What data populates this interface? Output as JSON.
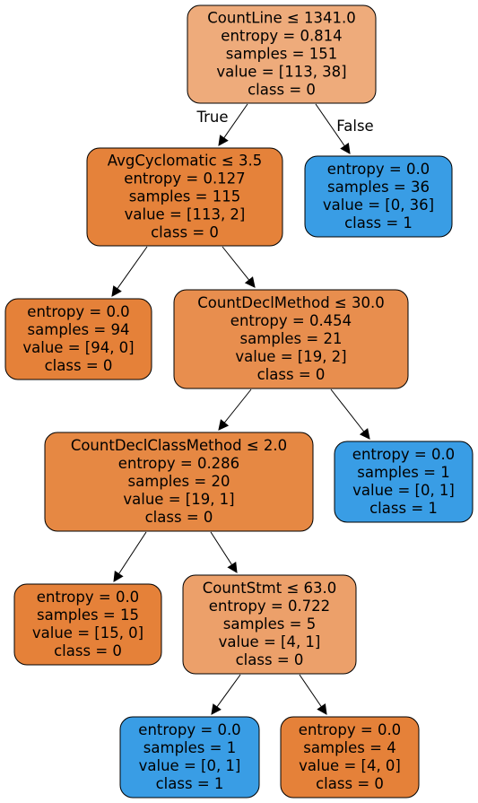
{
  "nodes": [
    {
      "id": "n0",
      "fill": "#eeab7b",
      "lines": [
        "CountLine ≤ 1341.0",
        "entropy = 0.814",
        "samples = 151",
        "value = [113, 38]",
        "class = 0"
      ]
    },
    {
      "id": "n1",
      "fill": "#e5823a",
      "lines": [
        "AvgCyclomatic ≤ 3.5",
        "entropy = 0.127",
        "samples = 115",
        "value = [113, 2]",
        "class = 0"
      ]
    },
    {
      "id": "n2",
      "fill": "#399de5",
      "lines": [
        "entropy = 0.0",
        "samples = 36",
        "value = [0, 36]",
        "class = 1"
      ]
    },
    {
      "id": "n3",
      "fill": "#e58139",
      "lines": [
        "entropy = 0.0",
        "samples = 94",
        "value = [94, 0]",
        "class = 0"
      ]
    },
    {
      "id": "n4",
      "fill": "#e88e4e",
      "lines": [
        "CountDeclMethod ≤ 30.0",
        "entropy = 0.454",
        "samples = 21",
        "value = [19, 2]",
        "class = 0"
      ]
    },
    {
      "id": "n5",
      "fill": "#e68843",
      "lines": [
        "CountDeclClassMethod ≤ 2.0",
        "entropy = 0.286",
        "samples = 20",
        "value = [19, 1]",
        "class = 0"
      ]
    },
    {
      "id": "n6",
      "fill": "#399de5",
      "lines": [
        "entropy = 0.0",
        "samples = 1",
        "value = [0, 1]",
        "class = 1"
      ]
    },
    {
      "id": "n7",
      "fill": "#e58139",
      "lines": [
        "entropy = 0.0",
        "samples = 15",
        "value = [15, 0]",
        "class = 0"
      ]
    },
    {
      "id": "n8",
      "fill": "#eca06a",
      "lines": [
        "CountStmt ≤ 63.0",
        "entropy = 0.722",
        "samples = 5",
        "value = [4, 1]",
        "class = 0"
      ]
    },
    {
      "id": "n9",
      "fill": "#399de5",
      "lines": [
        "entropy = 0.0",
        "samples = 1",
        "value = [0, 1]",
        "class = 1"
      ]
    },
    {
      "id": "n10",
      "fill": "#e58139",
      "lines": [
        "entropy = 0.0",
        "samples = 4",
        "value = [4, 0]",
        "class = 0"
      ]
    }
  ],
  "edges": [
    {
      "from": "n0",
      "to": "n1",
      "label": "True"
    },
    {
      "from": "n0",
      "to": "n2",
      "label": "False"
    },
    {
      "from": "n1",
      "to": "n3"
    },
    {
      "from": "n1",
      "to": "n4"
    },
    {
      "from": "n4",
      "to": "n5"
    },
    {
      "from": "n4",
      "to": "n6"
    },
    {
      "from": "n5",
      "to": "n7"
    },
    {
      "from": "n5",
      "to": "n8"
    },
    {
      "from": "n8",
      "to": "n9"
    },
    {
      "from": "n8",
      "to": "n10"
    }
  ]
}
